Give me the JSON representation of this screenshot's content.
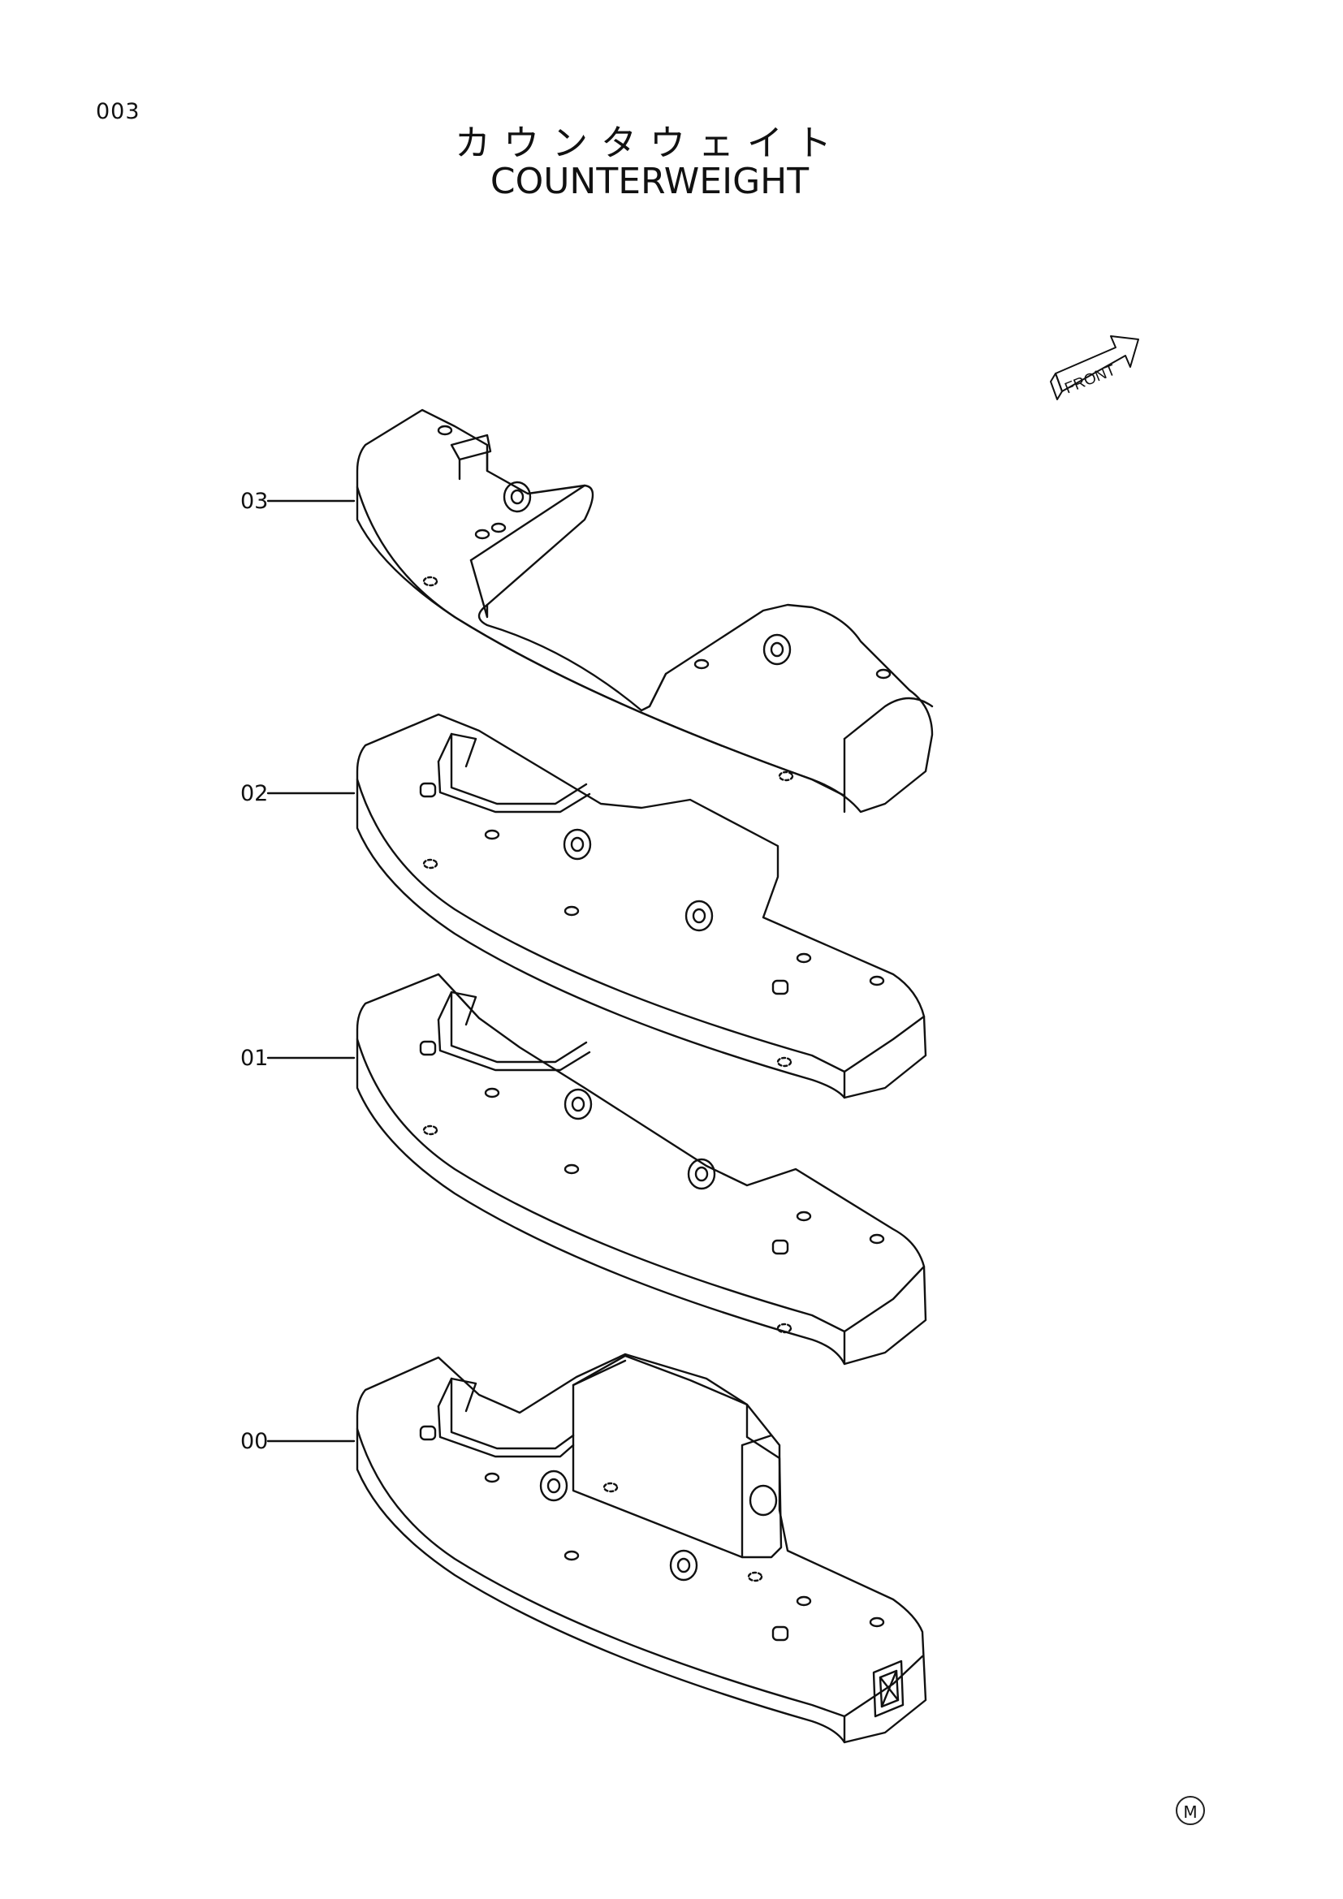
{
  "page": {
    "number": "003"
  },
  "title": {
    "japanese": "カウンタウェイト",
    "english": "COUNTERWEIGHT"
  },
  "front_arrow": {
    "label": "FRONT"
  },
  "callouts": [
    {
      "label": "03"
    },
    {
      "label": "02"
    },
    {
      "label": "01"
    },
    {
      "label": "00"
    }
  ],
  "corner_mark": "M"
}
